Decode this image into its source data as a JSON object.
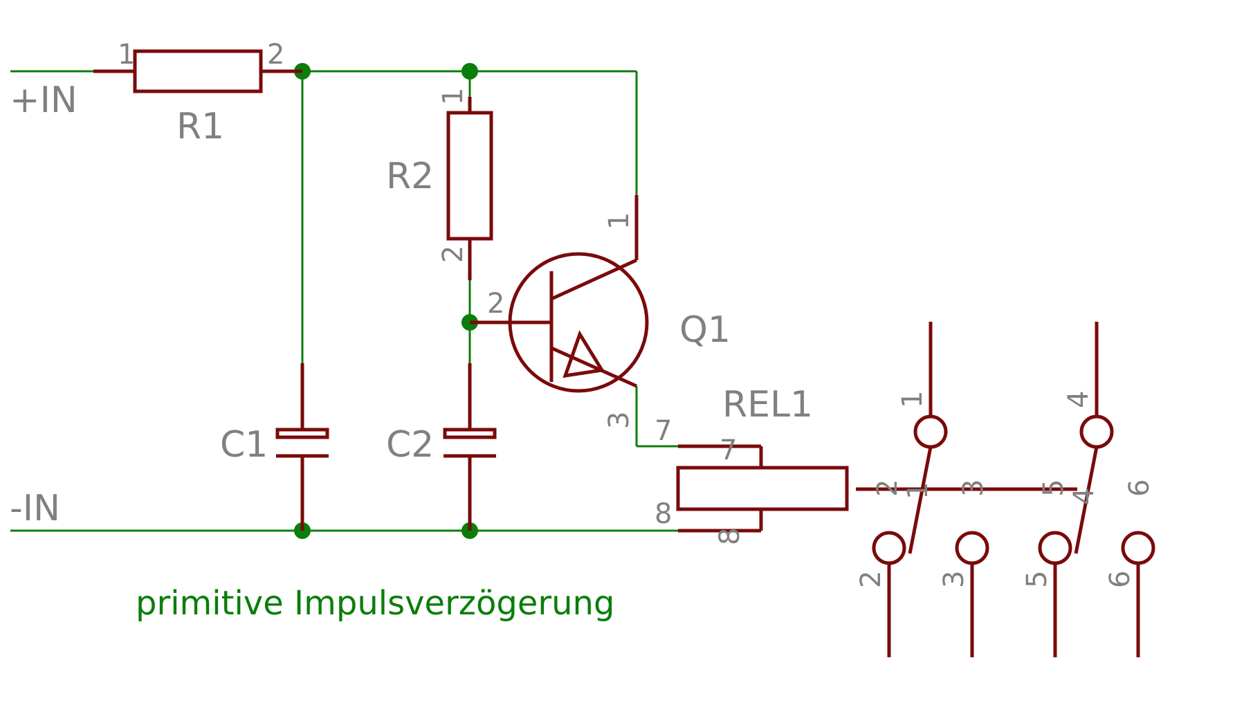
{
  "nets": {
    "plus_in": "+IN",
    "minus_in": "-IN"
  },
  "components": {
    "r1": {
      "name": "R1",
      "pin1": "1",
      "pin2": "2"
    },
    "r2": {
      "name": "R2",
      "pin1": "1",
      "pin2": "2"
    },
    "c1": {
      "name": "C1"
    },
    "c2": {
      "name": "C2"
    },
    "q1": {
      "name": "Q1",
      "collector_pin": "1",
      "base_pin": "2",
      "emitter_pin": "3"
    },
    "rel1": {
      "name": "REL1",
      "coil_pins": {
        "outer_top": "7",
        "inner_top": "7",
        "outer_bottom": "8",
        "inner_bottom": "8"
      },
      "contact_pins": [
        "1",
        "2",
        "3",
        "4",
        "5",
        "6"
      ],
      "lever_pins": [
        "1",
        "2",
        "3",
        "4",
        "5",
        "6"
      ]
    }
  },
  "caption": "primitive Impulsverzögerung",
  "colors": {
    "wire": "#0b7d0b",
    "component": "#7a0a0a",
    "label": "#808080",
    "caption": "#0b7d0b"
  }
}
